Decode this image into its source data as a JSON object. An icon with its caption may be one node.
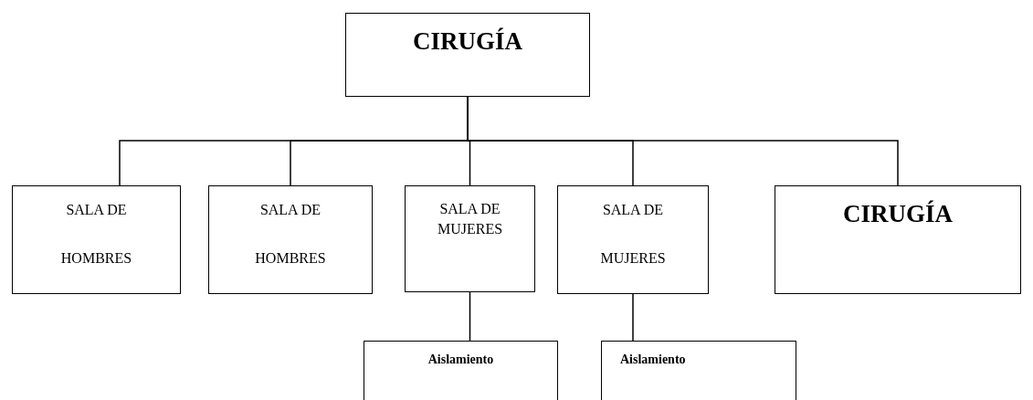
{
  "diagram": {
    "nodes": [
      {
        "text": [
          "CIRUGÍA"
        ]
      },
      {
        "text": [
          "SALA DE HOMBRES"
        ]
      },
      {
        "text": [
          "SALA DE HOMBRES"
        ]
      },
      {
        "text": [
          "SALA DE MUJERES"
        ]
      },
      {
        "text": [
          "SALA DE MUJERES"
        ]
      },
      {
        "text": [
          "CIRUGÍA"
        ]
      },
      {
        "text": [
          "Aislamiento"
        ]
      },
      {
        "text": [
          "Aislamiento"
        ]
      }
    ],
    "edges": [
      {
        "from": 0,
        "to": 1,
        "arrow": "none"
      },
      {
        "from": 0,
        "to": 2,
        "arrow": "none"
      },
      {
        "from": 0,
        "to": 3,
        "arrow": "none"
      },
      {
        "from": 0,
        "to": 4,
        "arrow": "none"
      },
      {
        "from": 0,
        "to": 5,
        "arrow": "none"
      },
      {
        "from": 3,
        "to": 6,
        "arrow": "none"
      },
      {
        "from": 4,
        "to": 7,
        "arrow": "none"
      }
    ]
  }
}
